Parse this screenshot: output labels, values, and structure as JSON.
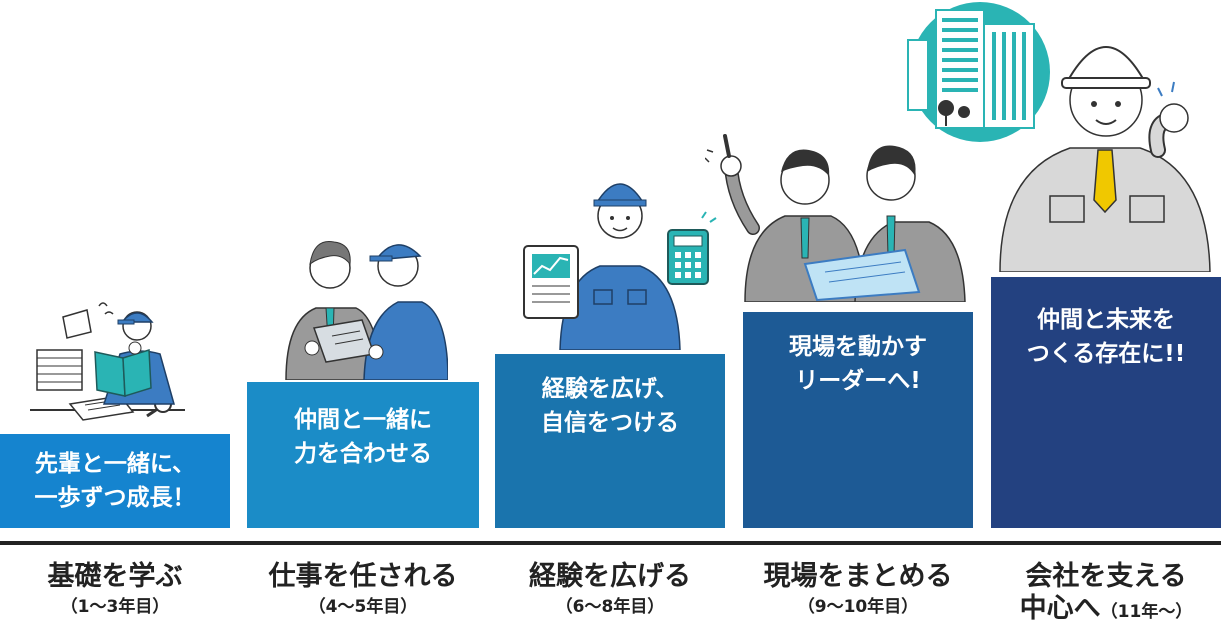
{
  "colors": {
    "step1": "#1584cf",
    "step2": "#1b8cc7",
    "step3": "#1a74ad",
    "step4": "#1d5a95",
    "step5": "#234180",
    "baseline": "#222222",
    "uniform_blue": "#3c7cc2",
    "suit_gray": "#9a9a9a",
    "building_teal": "#2ab4b4"
  },
  "steps": [
    {
      "message_line1": "先輩と一緒に、",
      "message_line2": "一歩ずつ成長！",
      "title": "基礎を学ぶ",
      "period": "（1〜3年目）",
      "illustration": "worker-reading-manual-icon"
    },
    {
      "message_line1": "仲間と一緒に",
      "message_line2": "力を合わせる",
      "title": "仕事を任される",
      "period": "（4〜5年目）",
      "illustration": "two-workers-with-clipboard-icon"
    },
    {
      "message_line1": "経験を広げ、",
      "message_line2": "自信をつける",
      "title": "経験を広げる",
      "period": "（6〜8年目）",
      "illustration": "worker-with-tablet-and-calculator-icon"
    },
    {
      "message_line1": "現場を動かす",
      "message_line2": "リーダーへ!",
      "title": "現場をまとめる",
      "period": "（9〜10年目）",
      "illustration": "two-leaders-pointing-icon"
    },
    {
      "message_line1": "仲間と未来を",
      "message_line2": "つくる存在に!!",
      "title_line1": "会社を支える",
      "title_line2": "中心へ",
      "period": "（11年〜）",
      "illustration": "confident-worker-with-buildings-icon"
    }
  ]
}
